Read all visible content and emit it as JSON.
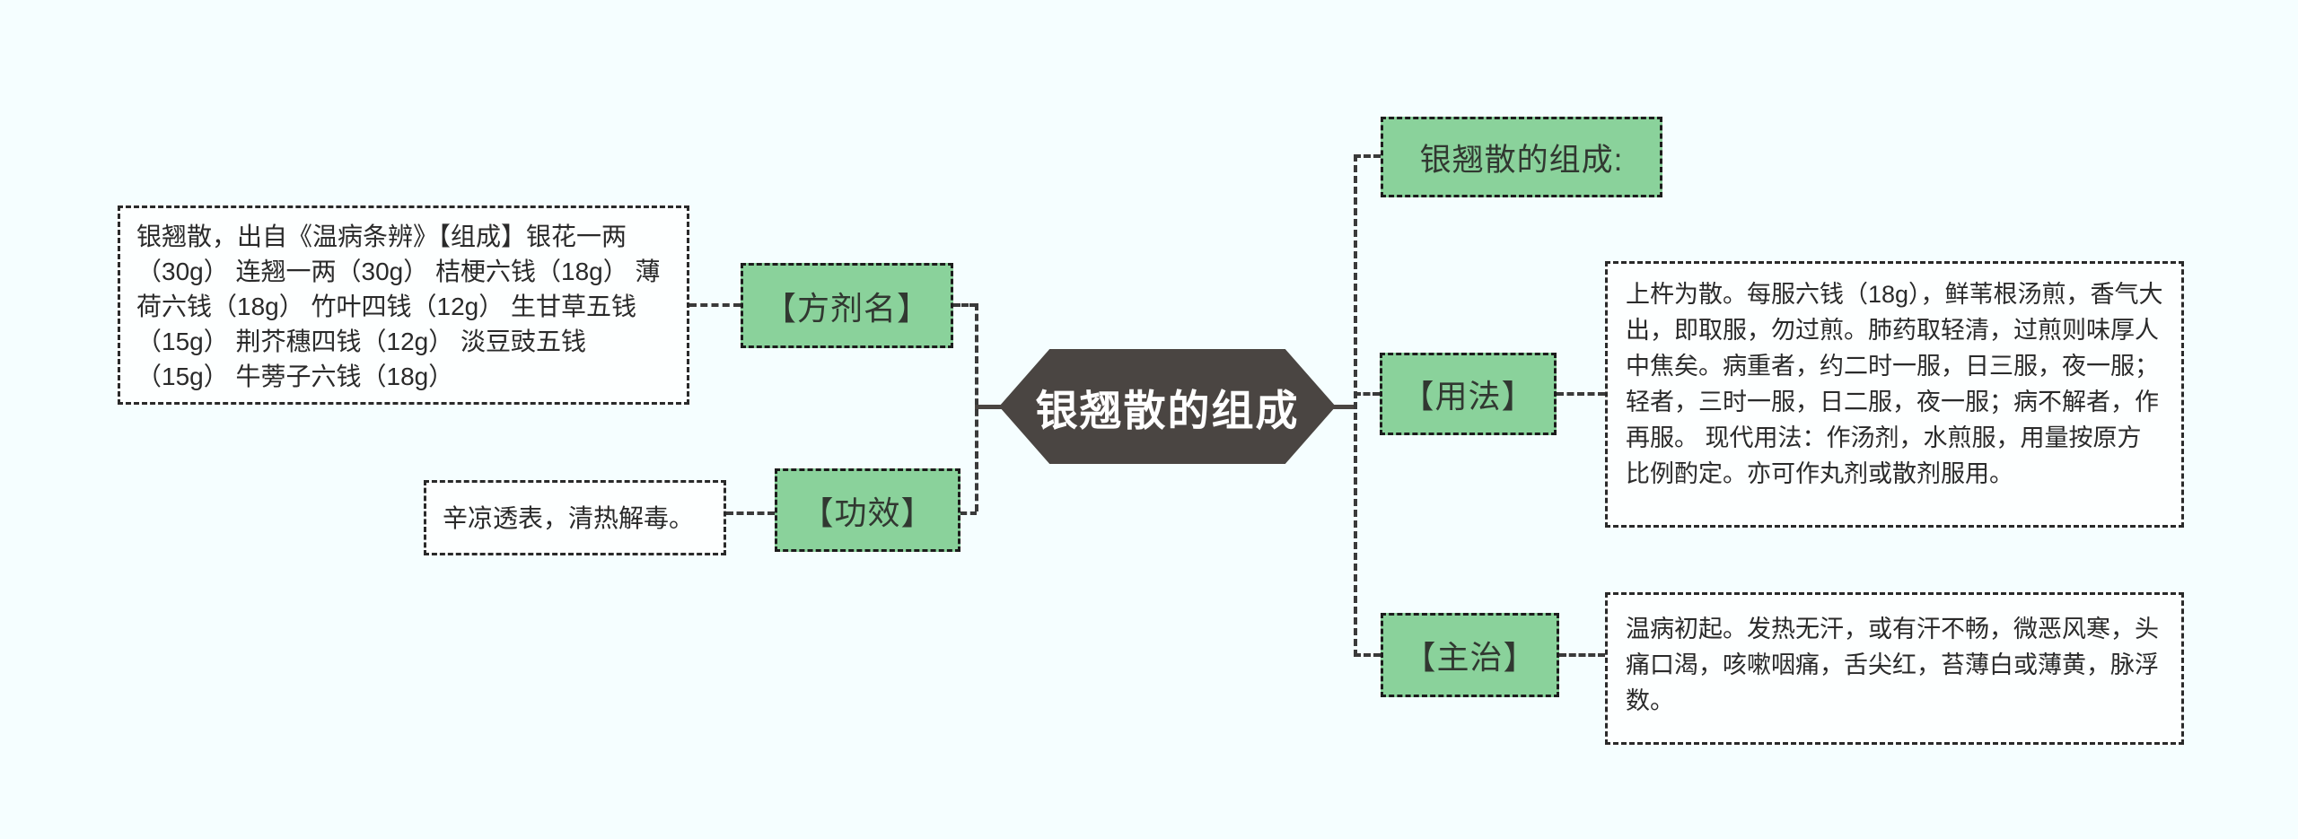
{
  "diagram": {
    "type": "mindmap",
    "background": "#f5feff",
    "colors": {
      "node_green": "#8ad29b",
      "node_border": "#1c1c1c",
      "center_fill": "#4a4542",
      "center_text": "#ffffff",
      "connector": "#3a3a3a",
      "note_bg": "#fdffff",
      "note_text": "#2a2a2a"
    },
    "center": {
      "title": "银翘散的组成"
    },
    "left_branch": {
      "fangjiming_label": "【方剂名】",
      "composition_note": "银翘散，出自《温病条辨》【组成】银花一两（30g） 连翘一两（30g） 桔梗六钱（18g） 薄荷六钱（18g） 竹叶四钱（12g） 生甘草五钱（15g） 荆芥穗四钱（12g） 淡豆豉五钱（15g） 牛蒡子六钱（18g）",
      "gongxiao_label": "【功效】",
      "gongxiao_note": "辛凉透表，清热解毒。"
    },
    "right_branch": {
      "heading": "银翘散的组成:",
      "yongfa_label": "【用法】",
      "yongfa_note": "上杵为散。每服六钱（18g），鲜苇根汤煎，香气大出，即取服，勿过煎。肺药取轻清，过煎则味厚人中焦矣。病重者，约二时一服，日三服，夜一服；轻者，三时一服，日二服，夜一服；病不解者，作再服。 现代用法：作汤剂，水煎服，用量按原方比例酌定。亦可作丸剂或散剂服用。",
      "zhuzhi_label": "【主治】",
      "zhuzhi_note": "温病初起。发热无汗，或有汗不畅，微恶风寒，头痛口渴，咳嗽咽痛，舌尖红，苔薄白或薄黄，脉浮数。"
    }
  }
}
